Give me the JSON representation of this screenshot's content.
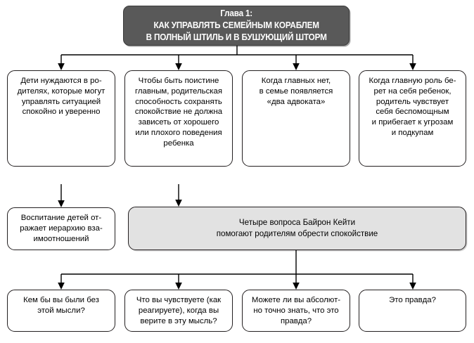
{
  "diagram": {
    "type": "flowchart",
    "language": "ru",
    "colors": {
      "header_fill": "#595959",
      "header_text": "#ffffff",
      "band_fill": "#e2e2e2",
      "node_fill": "#ffffff",
      "stroke": "#231f20",
      "page_background": "#ffffff"
    },
    "header": {
      "title": "Глава 1:\nКАК УПРАВЛЯТЬ СЕМЕЙНЫМ КОРАБЛЕМ\nВ ПОЛНЫЙ ШТИЛЬ И В БУШУЮЩИЙ ШТОРМ"
    },
    "row1": [
      {
        "text": "Дети нуждаются в ро-\nдителях, которые могут\nуправлять ситуацией\nспокойно и уверенно"
      },
      {
        "text": "Чтобы быть поистине\nглавным, родительская\nспособность сохранять\nспокойствие не должна\nзависеть от хорошего\nили плохого поведения\nребенка"
      },
      {
        "text": "Когда главных нет,\nв семье появляется\n«два адвоката»"
      },
      {
        "text": "Когда главную роль бе-\nрет на себя ребенок,\nродитель чувствует\nсебя беспомощным\nи прибегает к угрозам\nи подкупам"
      }
    ],
    "row2": {
      "left": {
        "text": "Воспитание детей от-\nражает иерархию вза-\nимоотношений"
      },
      "band": {
        "text": "Четыре вопроса Байрон Кейти\nпомогают родителям обрести спокойствие"
      }
    },
    "row3": [
      {
        "text": "Кем бы вы были без\nэтой мысли?"
      },
      {
        "text": "Что вы чувствуете (как\nреагируете), когда вы\nверите в эту мысль?"
      },
      {
        "text": "Можете ли вы абсолют-\nно точно знать, что это\nправда?"
      },
      {
        "text": "Это правда?"
      }
    ]
  }
}
